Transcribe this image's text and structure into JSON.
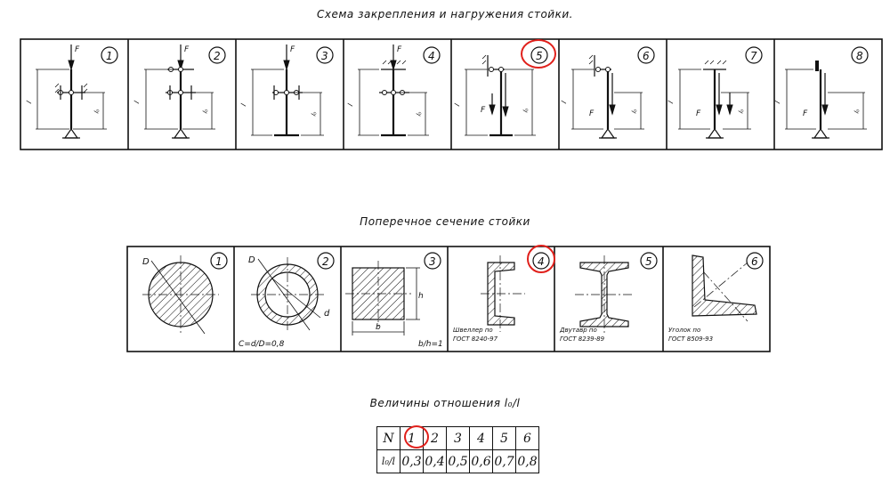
{
  "scheme_section": {
    "title": "Схема закрепления и нагружения стойки.",
    "force_label": "F",
    "length_label": "l",
    "length_part_label": "l₀",
    "variants": [
      "1",
      "2",
      "3",
      "4",
      "5",
      "6",
      "7",
      "8"
    ],
    "highlighted_variant": "5"
  },
  "section_section": {
    "title": "Поперечное сечение стойки",
    "variants": [
      {
        "number": "1",
        "dim_label": "D",
        "caption": ""
      },
      {
        "number": "2",
        "dim_label": "D",
        "dim_label_2": "d",
        "caption": "C=d/D=0,8"
      },
      {
        "number": "3",
        "dim_label": "b",
        "dim_label_2": "h",
        "caption": "b/h=1"
      },
      {
        "number": "4",
        "caption_1": "Швеллер по",
        "caption_2": "ГОСТ 8240-97"
      },
      {
        "number": "5",
        "caption_1": "Двутавр по",
        "caption_2": "ГОСТ 8239-89"
      },
      {
        "number": "6",
        "caption_1": "Уголок по",
        "caption_2": "ГОСТ 8509-93"
      }
    ],
    "highlighted_variant": "4"
  },
  "ratio_section": {
    "title": "Величины отношения l₀/l",
    "row_header_1": "N",
    "row_header_2": "l₀/l",
    "numbers": [
      "1",
      "2",
      "3",
      "4",
      "5",
      "6"
    ],
    "values": [
      "0,3",
      "0,4",
      "0,5",
      "0,6",
      "0,7",
      "0,8"
    ],
    "highlighted_number": "1"
  }
}
